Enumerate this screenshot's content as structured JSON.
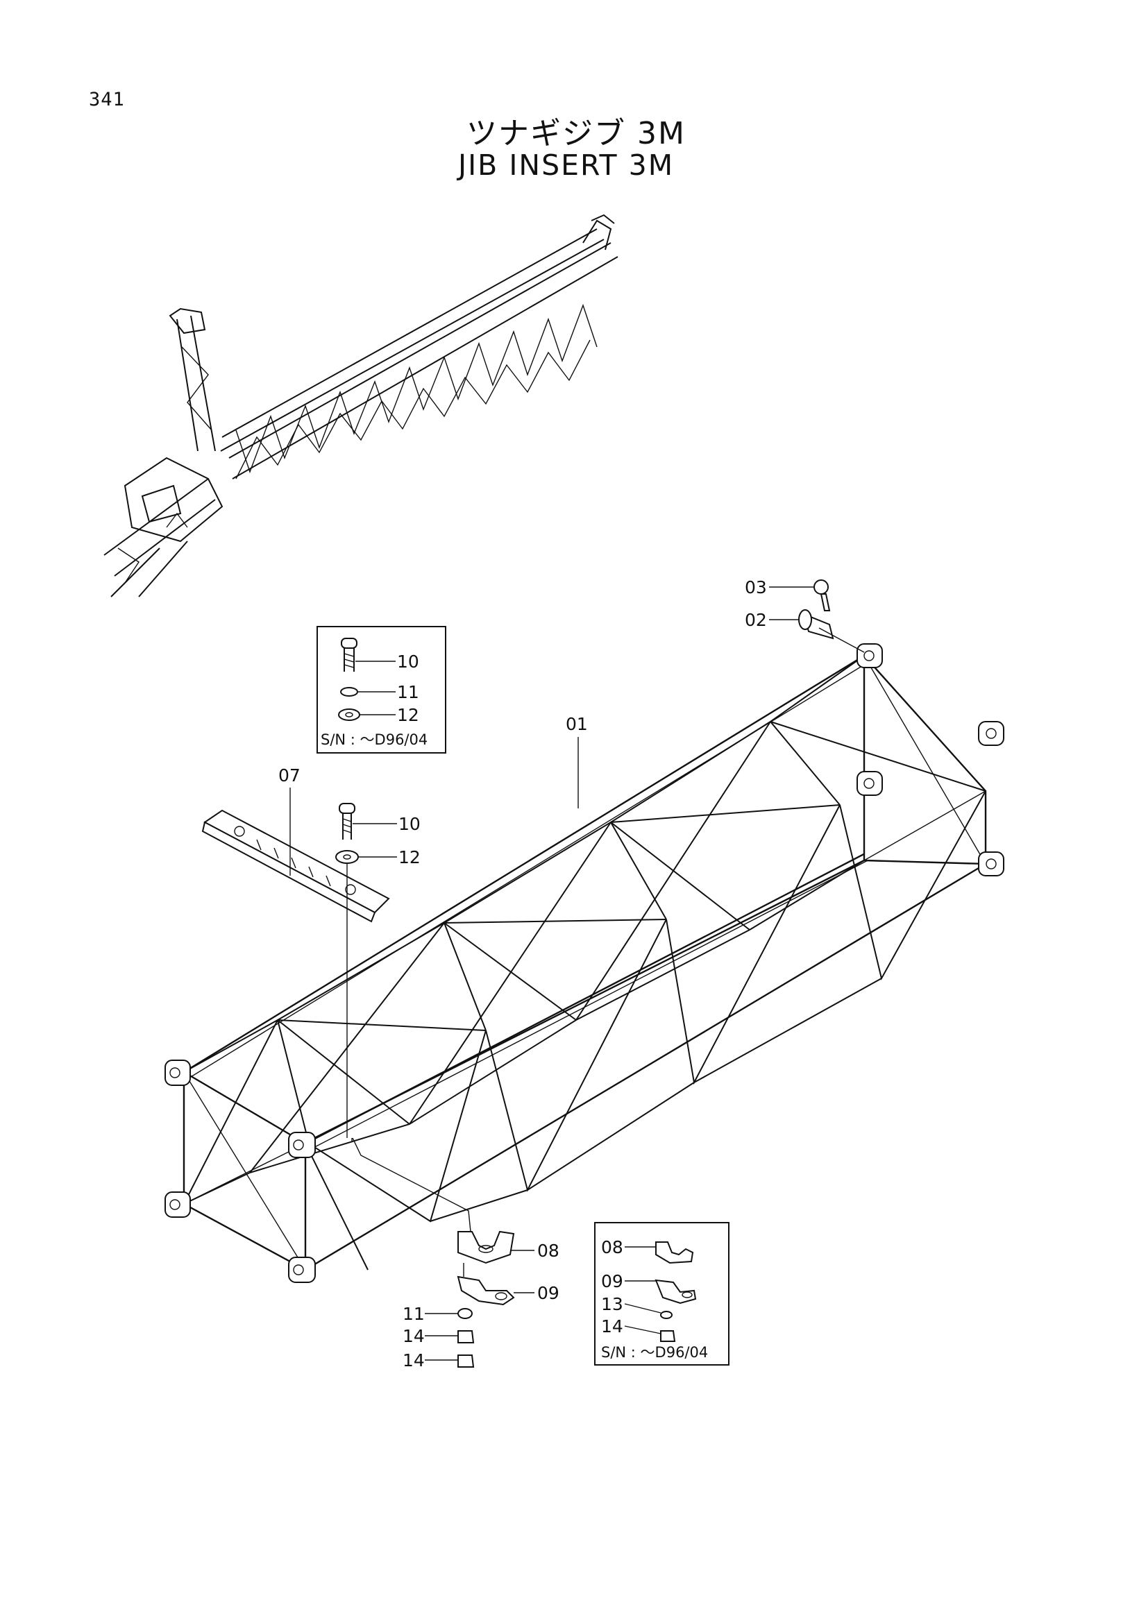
{
  "page_number": "341",
  "title_japanese": "ツナギジブ 3M",
  "title_english": "JIB INSERT 3M",
  "callouts": {
    "c01": "01",
    "c02": "02",
    "c03": "03",
    "c07": "07",
    "c08": "08",
    "c09": "09",
    "c10_inset": "10",
    "c11_inset": "11",
    "c12_inset": "12",
    "c10_main": "10",
    "c12_main": "12",
    "c11_bottom": "11",
    "c14_bottom_a": "14",
    "c14_bottom_b": "14",
    "c08_inset": "08",
    "c09_inset": "09",
    "c13_inset": "13",
    "c14_inset": "14"
  },
  "inset_upper": {
    "serial_note": "S/N : ～D96/04"
  },
  "inset_lower": {
    "serial_note": "S/N : ～D96/04"
  }
}
